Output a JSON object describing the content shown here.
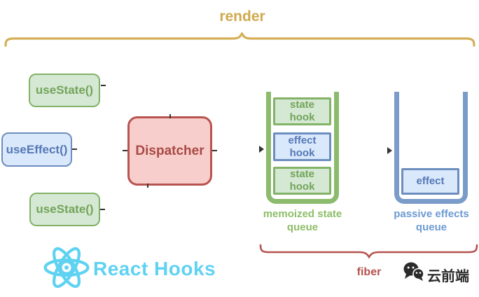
{
  "header": {
    "render_label": "render"
  },
  "hooks": [
    {
      "label": "useState()",
      "type": "state"
    },
    {
      "label": "useEffect()",
      "type": "effect"
    },
    {
      "label": "useState()",
      "type": "state"
    }
  ],
  "dispatcher": {
    "label": "Dispatcher"
  },
  "memoized_queue": {
    "caption": "memoized state queue",
    "items": [
      {
        "line1": "state",
        "line2": "hook",
        "type": "state"
      },
      {
        "line1": "effect",
        "line2": "hook",
        "type": "effect"
      },
      {
        "line1": "state",
        "line2": "hook",
        "type": "state"
      }
    ]
  },
  "passive_queue": {
    "caption": "passive effects queue",
    "items": [
      {
        "label": "effect"
      }
    ]
  },
  "fiber": {
    "label": "fiber"
  },
  "branding": {
    "react_hooks": "React Hooks",
    "wechat_name": "云前端"
  },
  "icons": {
    "react_logo": "react-atom-icon",
    "wechat_logo": "wechat-bubbles-icon"
  },
  "colors": {
    "gold": "#cfa94e",
    "gold_brace": "#d4af56",
    "green_fill": "#d5e8d4",
    "green_stroke": "#82b366",
    "green_wall": "#8cbb6e",
    "green_text": "#73a459",
    "green_caption": "#8dbe68",
    "blue_fill": "#dae8fc",
    "blue_stroke": "#6c8ebf",
    "blue_wall": "#7b9cc9",
    "blue_text": "#5478b4",
    "blue_caption": "#6d9ad2",
    "red_fill": "#f8cecc",
    "red_stroke": "#b85450",
    "red_text": "#a84a46",
    "brace_red": "#b5524e",
    "react_blue": "#5fd2f2",
    "ink": "#2b2b2b"
  }
}
